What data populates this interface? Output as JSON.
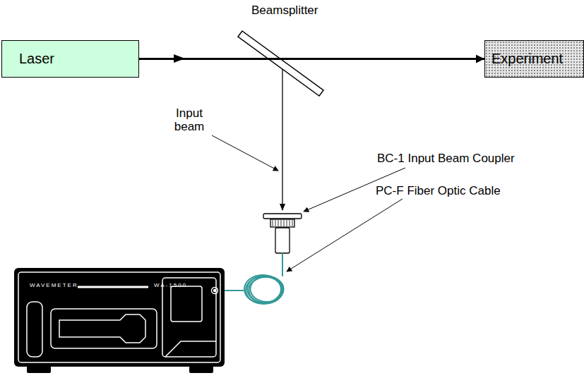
{
  "diagram": {
    "nodes": [
      {
        "text": [
          "Laser"
        ]
      },
      {
        "text": [
          "Experiment"
        ]
      },
      {
        "text": [
          "WAVEMETER",
          "WA-1500"
        ]
      }
    ],
    "edges": [
      {
        "from": 0,
        "to": 1,
        "arrow": "to"
      }
    ],
    "labels": [
      "Beamsplitter",
      "Input beam",
      "BC-1 Input Beam Coupler",
      "PC-F Fiber Optic Cable"
    ]
  }
}
